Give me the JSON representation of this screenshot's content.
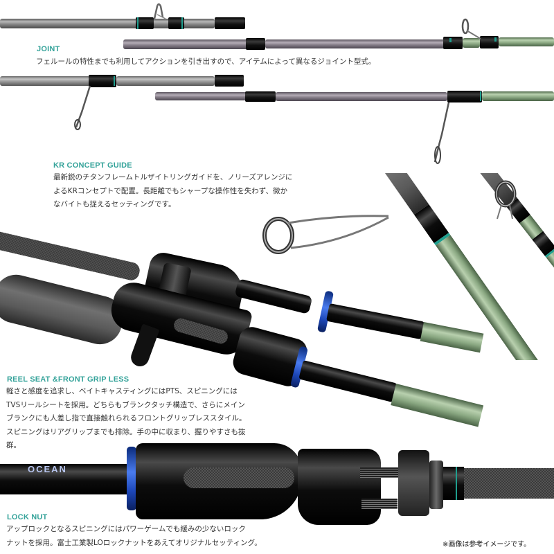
{
  "sections": {
    "joint": {
      "heading": "JOINT",
      "text_lines": [
        "フェルールの特性までも利用してアクションを引き出すので、アイテムによって異なるジョイント型式。"
      ]
    },
    "kr_guide": {
      "heading": "KR CONCEPT GUIDE",
      "text_lines": [
        "最新鋭のチタンフレームトルザイトリングガイドを、ノリーズアレンジに",
        "よるKRコンセプトで配置。長距離でもシャープな操作性を失わず、微か",
        "なバイトも捉えるセッティングです。"
      ]
    },
    "reel_seat": {
      "heading": "REEL SEAT &FRONT GRIP LESS",
      "text_lines": [
        "軽さと感度を追求し、ベイトキャスティングにはPTS、スピニングには",
        "TVSリールシートを採用。どちらもブランクタッチ構造で、さらにメイン",
        "ブランクにも人差し指で直接触れられるフロントグリップレススタイル。",
        "スピニングはリアグリップまでも排除。手の中に収まり、握りやすさも抜",
        "群。"
      ]
    },
    "lock_nut": {
      "heading": "LOCK NUT",
      "text_lines": [
        "アップロックとなるスピニングにはパワーゲームでも緩みの少ないロック",
        "ナットを採用。富士工業製LOロックナットをあえてオリジナルセッティング。"
      ]
    }
  },
  "footnote": "※画像は参考イメージです。",
  "images": {
    "joint_photo": "baitcasting-rod-ferrule-joints",
    "guide_photo": "titanium-torzite-guides",
    "reel_seat_photo": "pts-tvs-reel-seats",
    "lock_nut_photo": "lo-lock-nut-spinning-seat",
    "logo_text": "OCEAN"
  },
  "colors": {
    "heading_teal": "#35a39a",
    "blank_green": "#8aa882",
    "lock_nut_blue": "#2f5fd8",
    "thread_teal": "#1f9f8f"
  }
}
